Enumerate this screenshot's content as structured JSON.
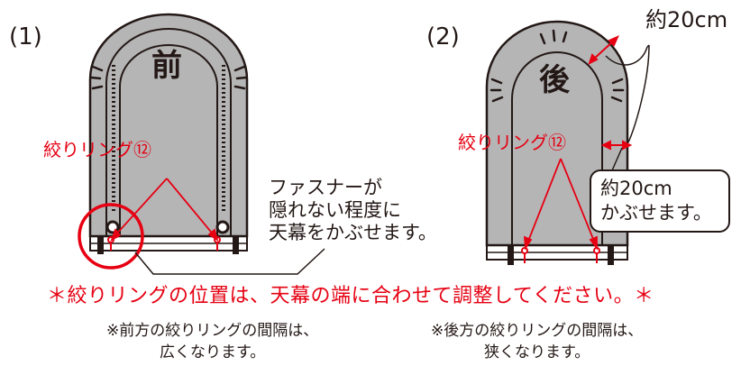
{
  "panels": [
    {
      "label": "(1)",
      "canopy_label": "前",
      "ring_label": "絞りリング⑫"
    },
    {
      "label": "(2)",
      "canopy_label": "後",
      "ring_label": "絞りリング⑫"
    }
  ],
  "annotations": {
    "fastener_note": "ファスナーが\n隠れない程度に\n天幕をかぶせます。",
    "top_dimension": "約20cm",
    "side_callout": "約20cm\nかぶせます。"
  },
  "footer": {
    "main_note": "＊絞りリングの位置は、天幕の端に合わせて調整してください。＊",
    "front_note": "※前方の絞りリングの間隔は、\n広くなります。",
    "rear_note": "※後方の絞りリングの間隔は、\n狭くなります。"
  },
  "colors": {
    "accent_red": "#e60012",
    "canopy_gray": "#b5b5b6",
    "outline": "#231815"
  }
}
